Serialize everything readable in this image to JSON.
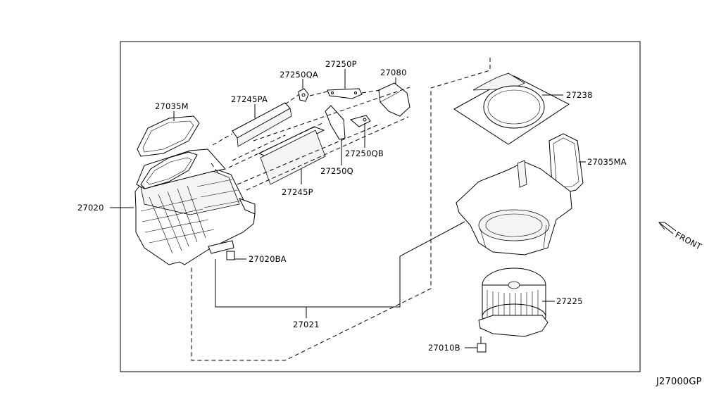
{
  "diagram_id": "J27000GP",
  "front_label": "FRONT",
  "parts": {
    "p27020": "27020",
    "p27035M": "27035M",
    "p27245PA": "27245PA",
    "p27250QA": "27250QA",
    "p27250P": "27250P",
    "p27080": "27080",
    "p27238": "27238",
    "p27250QB": "27250QB",
    "p27250Q": "27250Q",
    "p27245P": "27245P",
    "p27035MA": "27035MA",
    "p27020BA": "27020BA",
    "p27021": "27021",
    "p27225": "27225",
    "p27010B": "27010B"
  }
}
